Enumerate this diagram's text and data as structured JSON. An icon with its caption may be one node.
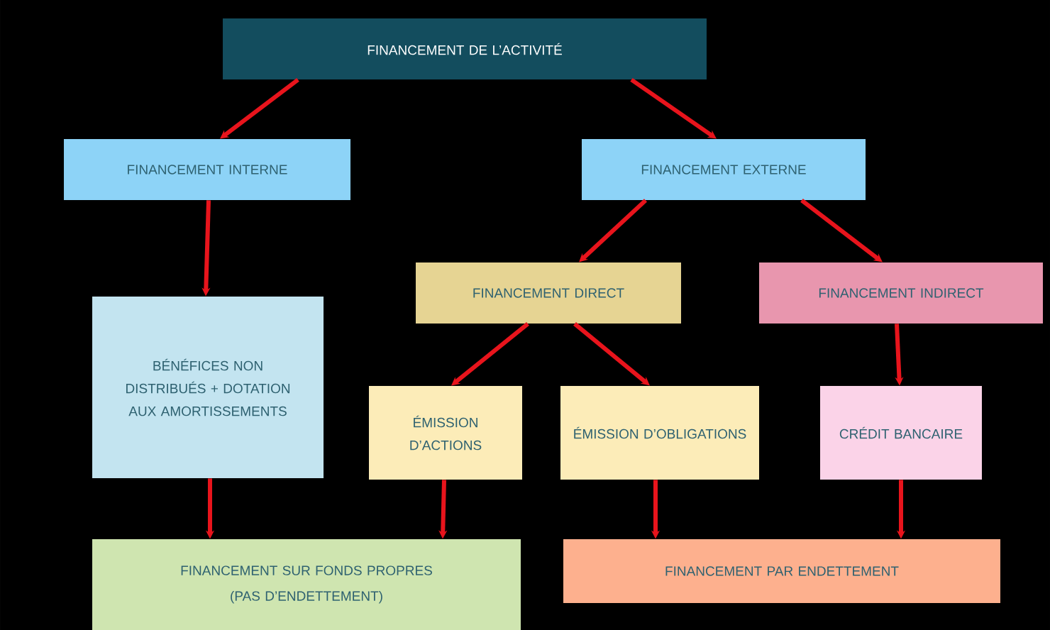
{
  "diagram": {
    "nodes": [
      {
        "text": [
          "FINANCEMENT DE L’ACTIVITÉ"
        ]
      },
      {
        "text": [
          "FINANCEMENT INTERNE"
        ]
      },
      {
        "text": [
          "FINANCEMENT EXTERNE"
        ]
      },
      {
        "text": [
          "FINANCEMENT DIRECT"
        ]
      },
      {
        "text": [
          "FINANCEMENT INDIRECT"
        ]
      },
      {
        "text": [
          "BÉNÉFICES NON DISTRIBUÉS + DOTATION AUX AMORTISSEMENTS"
        ]
      },
      {
        "text": [
          "ÉMISSION D’ACTIONS"
        ]
      },
      {
        "text": [
          "ÉMISSION D’OBLIGATIONS"
        ]
      },
      {
        "text": [
          "CRÉDIT BANCAIRE"
        ]
      },
      {
        "text": [
          "FINANCEMENT SUR FONDS PROPRES",
          "(PAS D’ENDETTEMENT)"
        ]
      },
      {
        "text": [
          "FINANCEMENT PAR ENDETTEMENT"
        ]
      }
    ],
    "edges": [
      {
        "from": 0,
        "to": 1,
        "arrow": "to"
      },
      {
        "from": 0,
        "to": 2,
        "arrow": "to"
      },
      {
        "from": 1,
        "to": 5,
        "arrow": "to"
      },
      {
        "from": 2,
        "to": 3,
        "arrow": "to"
      },
      {
        "from": 2,
        "to": 4,
        "arrow": "to"
      },
      {
        "from": 3,
        "to": 6,
        "arrow": "to"
      },
      {
        "from": 3,
        "to": 7,
        "arrow": "to"
      },
      {
        "from": 4,
        "to": 8,
        "arrow": "to"
      },
      {
        "from": 5,
        "to": 9,
        "arrow": "to"
      },
      {
        "from": 6,
        "to": 9,
        "arrow": "to"
      },
      {
        "from": 7,
        "to": 10,
        "arrow": "to"
      },
      {
        "from": 8,
        "to": 10,
        "arrow": "to"
      }
    ]
  }
}
